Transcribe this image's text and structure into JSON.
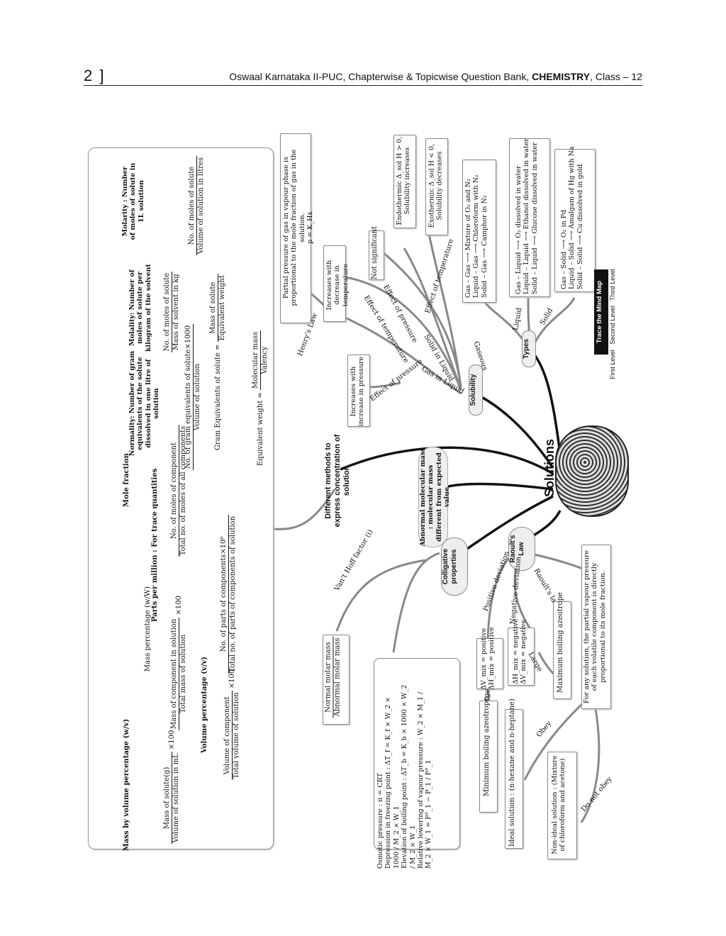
{
  "header": {
    "page_number": "2 ]",
    "running_head_prefix": "Oswaal Karnataka II-PUC, Chapterwise & Topicwise Question Bank, ",
    "running_head_subject": "CHEMISTRY",
    "running_head_suffix": ", Class – 12"
  },
  "center": {
    "title": "Solutions"
  },
  "concentration": {
    "branch": "Different methods to express concentration of solution",
    "mass_by_volume": {
      "title": "Mass by volume percentage (w/v)",
      "num": "Mass of solute(g)",
      "den": "Volume of solution in mL",
      "mult": "×100"
    },
    "mass_percentage": {
      "title": "Mass percentage (w/W)",
      "num": "Mass of component in solution",
      "den": "Total mass of solution",
      "mult": "×100"
    },
    "volume_percentage": {
      "title": "Volume percentage (v/v)",
      "num": "Volume of component",
      "den": "Total volume of solution",
      "mult": "×100"
    },
    "ppm": {
      "title": "Parts per million : For trace quantities",
      "num": "No. of parts of components×10⁶",
      "den": "Total no. of parts of components of solution"
    },
    "mole_fraction": {
      "title": "Mole fraction",
      "num": "No. of moles of component",
      "den": "Total no. of moles of all components"
    },
    "normality": {
      "title": "Normality: Number of gram equivalents of the solute dissolved in one litre of solution",
      "num": "No. of gram equivalents of solute×1000",
      "den": "Volume of solution",
      "geq": "Gram Equivalents of solute",
      "geq_num": "Mass of solute",
      "geq_den": "Equivalent weight",
      "eqw": "Equivalent weight =",
      "eqw_num": "Molecular mass",
      "eqw_den": "Valency"
    },
    "molality": {
      "title": "Molality: Number of moles of solute per kilogram of the solvent",
      "num": "No. of moles of solute",
      "den": "Mass of solvent in kg"
    },
    "molarity": {
      "title": "Molarity : Number of moles of solute in 1L solution",
      "num": "No. of moles of solute",
      "den": "Volume of solution in litres"
    }
  },
  "solubility": {
    "node": "Solubility",
    "henry": {
      "label": "Henry's Law",
      "text": "Partial pressure of gas in vapour phase is proportional to the mole fraction of gas in the solution.",
      "formula": "p = K_Hx"
    },
    "gas_in_liquid": "Gas in Liquid",
    "gas_effect_pressure": "Effect of pressure",
    "gas_pressure_result": "Increases with increase in pressure",
    "gas_effect_temperature": "Effect of temperature",
    "gas_temperature_result": "Increases with decrease in temperature",
    "solid_in_liquid": "Solid in Liquid",
    "solid_effect_pressure": "Effect of pressure",
    "solid_pressure_result": "Not significant",
    "solid_effect_temperature": "Effect of temperature",
    "endothermic": "Endothermic Δ_sol H > 0, Solubility increases",
    "exothermic": "Exothermic Δ_sol H < 0, Solubility decreases"
  },
  "types": {
    "node": "Types",
    "gaseous": "Gaseous",
    "liquid": "Liquid",
    "solid": "Solid",
    "gaseous_items": [
      "Gas – Gas ⟶ Mixture of O₂ and N₂",
      "Liquid – Gas ⟶ Chloroform with N₂",
      "Solid – Gas ⟶ Camphor in N₂"
    ],
    "liquid_items": [
      "Gas – Liquid ⟶ O₂ dissolved in water",
      "Liquid – Liquid ⟶ Ethanol dissolved in water",
      "Solid – Liquid ⟶ Glucose dissolved in water"
    ],
    "solid_items": [
      "Gas – Solid ⟶ O₂ in Pd",
      "Liquid – Solid ⟶ Amalgam of Hg with Na",
      "Solid – Solid ⟶ Cu dissolved in gold"
    ]
  },
  "trace_map": {
    "title": "Trace the Mind Map",
    "levels": [
      "First Level",
      "Second Level",
      "Third Level"
    ]
  },
  "abnormal": {
    "text": "Abnormal molecular mass : molecular mass different from expected value"
  },
  "colligative": {
    "node": "Colligative properties",
    "vant_hoff": "Van't Hoff factor (i)",
    "vant_hoff_num": "Normal molar mass",
    "vant_hoff_den": "Abnormal molar mass",
    "items": [
      "Osmotic pressure : π = CRT",
      "Depression in freezing point : ΔT_f = K_f × W_2 × 1000 / M_2 × W_1",
      "Elevation of boiling point : ΔT_b = K_b × 1000 × W_2 / M_2 × W_1",
      "Relative lowering of vapour pressure : W_2 × M_1 / M_2 × W_1 = P°_1 − P_1 / P°_1"
    ]
  },
  "raoult": {
    "node": "Raoult's Law",
    "law_label": "Raoult's law",
    "law_text": "For any solution, the partial vapour pressure of each volatile component is directly proportional to its mole fraction.",
    "positive_deviation": "Positive deviation",
    "positive_box": [
      "ΔV_mix = positive",
      "ΔH_mix = positive"
    ],
    "positive_large": "Large",
    "min_azeotrope": "Minimum boiling azeotrope",
    "negative_deviation": "Negative deviation",
    "negative_box": [
      "ΔH_mix = negative",
      "ΔV_mix = negative"
    ],
    "negative_large": "Large",
    "max_azeotrope": "Maximum boiling azeotrope",
    "obey": "Obey",
    "ideal": "Ideal solution : (n-hexane and n-heptane)",
    "do_not_obey": "Do not obey",
    "non_ideal": "Non-ideal solution : (Mixture of chloroform and acetone)"
  }
}
